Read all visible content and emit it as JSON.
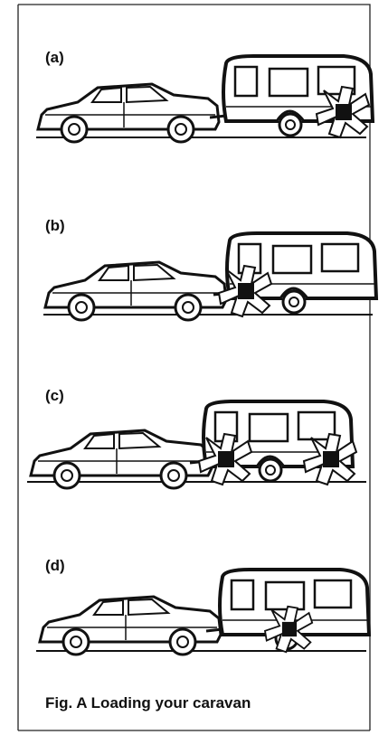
{
  "panels": [
    {
      "label": "(a)",
      "load_position": "rear"
    },
    {
      "label": "(b)",
      "load_position": "front"
    },
    {
      "label": "(c)",
      "load_position": "front and rear"
    },
    {
      "label": "(d)",
      "load_position": "over axle"
    }
  ],
  "caption": "Fig. A Loading your caravan",
  "colors": {
    "ink": "#111111",
    "background": "#ffffff"
  }
}
